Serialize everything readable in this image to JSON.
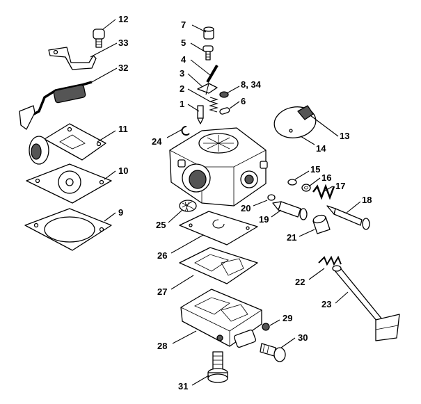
{
  "diagram": {
    "labels": {
      "l1": "1",
      "l2": "2",
      "l3": "3",
      "l4": "4",
      "l5": "5",
      "l6": "6",
      "l7": "7",
      "l8": "8, 34",
      "l9": "9",
      "l10": "10",
      "l11": "11",
      "l12": "12",
      "l13": "13",
      "l14": "14",
      "l15": "15",
      "l16": "16",
      "l17": "17",
      "l18": "18",
      "l19": "19",
      "l20": "20",
      "l21": "21",
      "l22": "22",
      "l23": "23",
      "l24": "24",
      "l25": "25",
      "l26": "26",
      "l27": "27",
      "l28": "28",
      "l29": "29",
      "l30": "30",
      "l31": "31",
      "l32": "32",
      "l33": "33"
    }
  }
}
